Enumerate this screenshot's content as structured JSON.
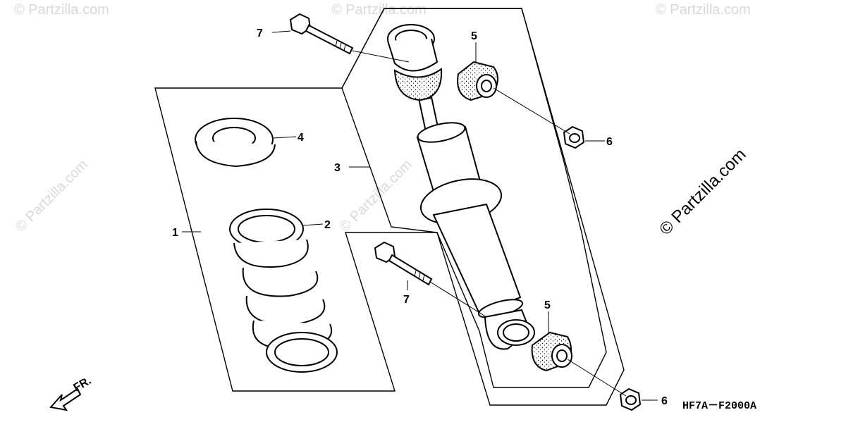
{
  "diagram": {
    "callouts": {
      "c1": "1",
      "c2": "2",
      "c3": "3",
      "c4": "4",
      "c5_top": "5",
      "c5_bottom": "5",
      "c6_top": "6",
      "c6_bottom": "6",
      "c7_top": "7",
      "c7_bottom": "7"
    },
    "front_label": "FR.",
    "figure_code": "HF7A－F2000A",
    "watermark_main": "© Partzilla.com",
    "watermark_faint": "© Partzilla.com"
  }
}
